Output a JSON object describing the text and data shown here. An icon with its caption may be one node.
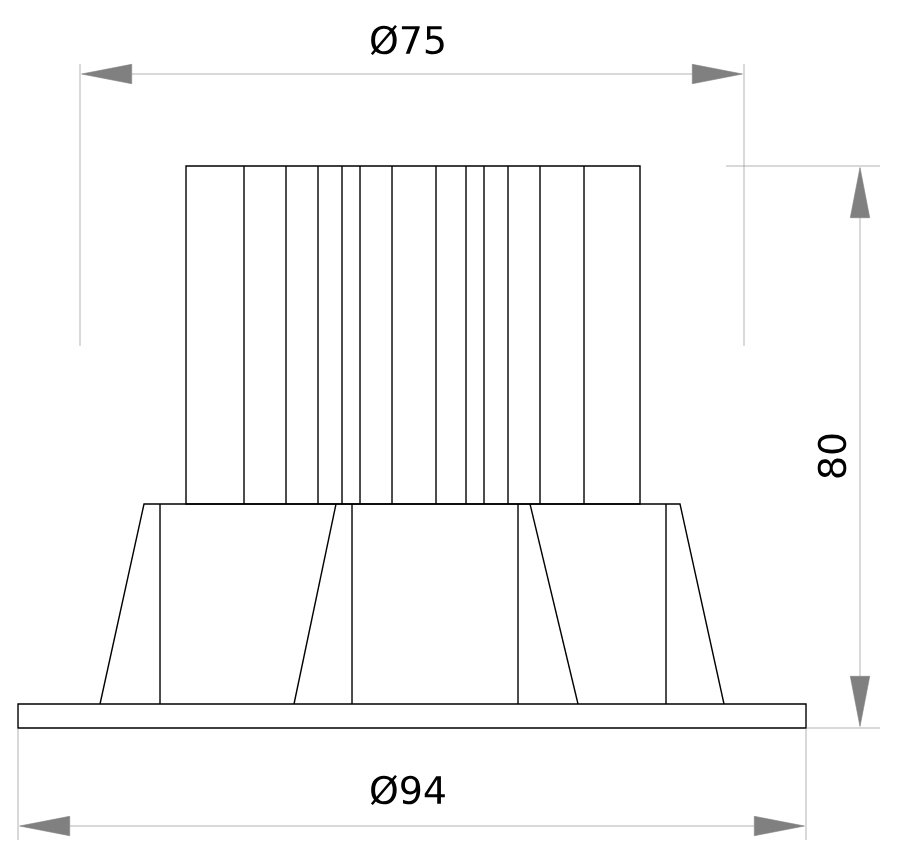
{
  "diagram": {
    "labels": [
      "Ø75",
      "80",
      "Ø94"
    ]
  }
}
